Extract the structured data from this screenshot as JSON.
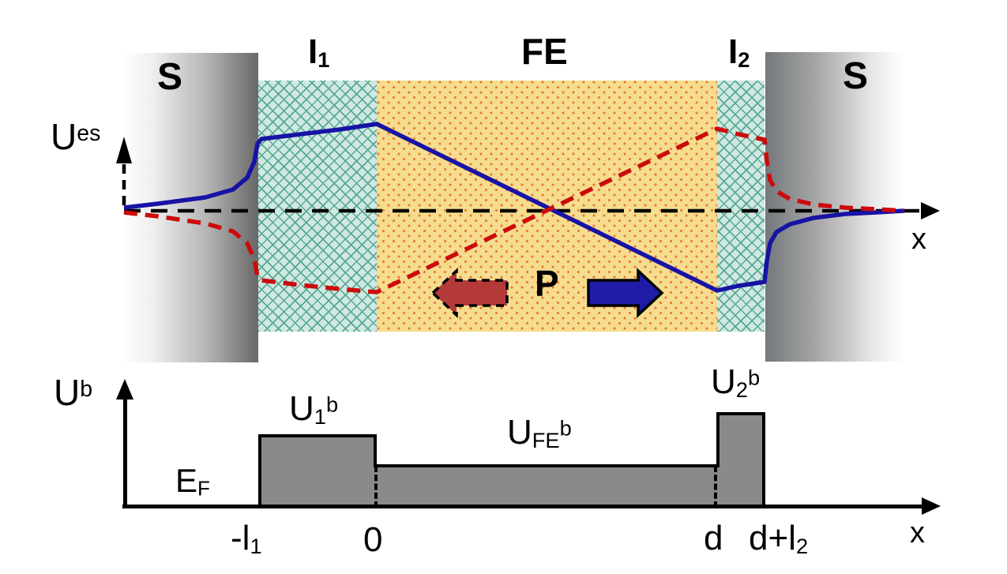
{
  "palette": {
    "blue": "#1713a5",
    "red": "#cc0b0b",
    "fe_bg": "#f5dc8e",
    "fe_dot": "#e9772e",
    "ins_bg": "#cfe8e1",
    "ins_line": "#57a893",
    "s_light": "#ffffff",
    "s_dark": "#686868",
    "barrier_gray": "#8a8a8a",
    "red_arrow_fill": "#b43a3a",
    "blue_arrow_fill": "#1f1ca8"
  },
  "top": {
    "y_axis_label": {
      "base": "U",
      "sup": "es"
    },
    "x_axis_label": "x",
    "regions": {
      "s_left": "S",
      "i1": {
        "base": "I",
        "sub": "1"
      },
      "fe": "FE",
      "i2": {
        "base": "I",
        "sub": "2"
      },
      "s_right": "S"
    },
    "polarization_label": "P",
    "curves": {
      "blue": [
        [
          157,
          263
        ],
        [
          200,
          258
        ],
        [
          260,
          250
        ],
        [
          295,
          240
        ],
        [
          313,
          225
        ],
        [
          322,
          205
        ],
        [
          326,
          182
        ],
        [
          331,
          176
        ],
        [
          380,
          170
        ],
        [
          430,
          164
        ],
        [
          477,
          157
        ],
        [
          908,
          368
        ],
        [
          935,
          362
        ],
        [
          968,
          357
        ],
        [
          971,
          330
        ],
        [
          975,
          308
        ],
        [
          983,
          294
        ],
        [
          1000,
          284
        ],
        [
          1030,
          276
        ],
        [
          1070,
          271
        ],
        [
          1110,
          269
        ],
        [
          1145,
          267
        ]
      ],
      "red": [
        [
          157,
          269
        ],
        [
          200,
          274
        ],
        [
          260,
          283
        ],
        [
          295,
          293
        ],
        [
          313,
          308
        ],
        [
          322,
          328
        ],
        [
          326,
          350
        ],
        [
          331,
          355
        ],
        [
          380,
          361
        ],
        [
          430,
          366
        ],
        [
          477,
          370
        ],
        [
          908,
          163
        ],
        [
          935,
          170
        ],
        [
          968,
          177
        ],
        [
          971,
          205
        ],
        [
          975,
          228
        ],
        [
          983,
          242
        ],
        [
          1000,
          252
        ],
        [
          1030,
          259
        ],
        [
          1070,
          263
        ],
        [
          1110,
          265
        ],
        [
          1145,
          267
        ]
      ]
    }
  },
  "bottom": {
    "y_axis_label": {
      "base": "U",
      "sup": "b"
    },
    "x_axis_label": "x",
    "fermi_label": {
      "base": "E",
      "sub": "F"
    },
    "barrier_labels": {
      "u1": {
        "base": "U",
        "sub": "1",
        "sup": "b"
      },
      "ufe": {
        "base": "U",
        "sub": "FE",
        "sup": "b"
      },
      "u2": {
        "base": "U",
        "sub": "2",
        "sup": "b"
      }
    },
    "ticks": {
      "neg_l1": {
        "base": "-l",
        "sub": "1"
      },
      "zero": "0",
      "d": "d",
      "d_plus_l2": {
        "base": "d+l",
        "sub": "2"
      }
    }
  }
}
